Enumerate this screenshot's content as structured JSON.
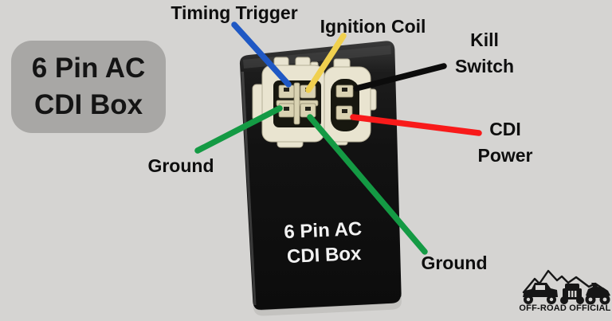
{
  "background_color": "#d5d4d2",
  "title_card": {
    "line1": "6 Pin AC",
    "line2": "CDI Box",
    "bg_color": "#a8a7a5"
  },
  "device": {
    "label_line1": "6 Pin AC",
    "label_line2": "CDI Box",
    "body_color": "#131313",
    "connector_color": "#e9e4d0",
    "pin_color": "#d9d2b2",
    "cavity_color": "#17170f"
  },
  "wires": {
    "timing_trigger": {
      "label": "Timing Trigger",
      "color": "#1f58c4"
    },
    "ignition_coil": {
      "label": "Ignition Coil",
      "color": "#f0d04f"
    },
    "kill_switch": {
      "label_line1": "Kill",
      "label_line2": "Switch",
      "color": "#0c0c0c"
    },
    "cdi_power": {
      "label_line1": "CDI",
      "label_line2": "Power",
      "color": "#f81a1a"
    },
    "ground_left": {
      "label": "Ground",
      "color": "#149a44"
    },
    "ground_right": {
      "label": "Ground",
      "color": "#149a44"
    }
  },
  "logo": {
    "text": "OFF-ROAD OFFICIAL"
  }
}
